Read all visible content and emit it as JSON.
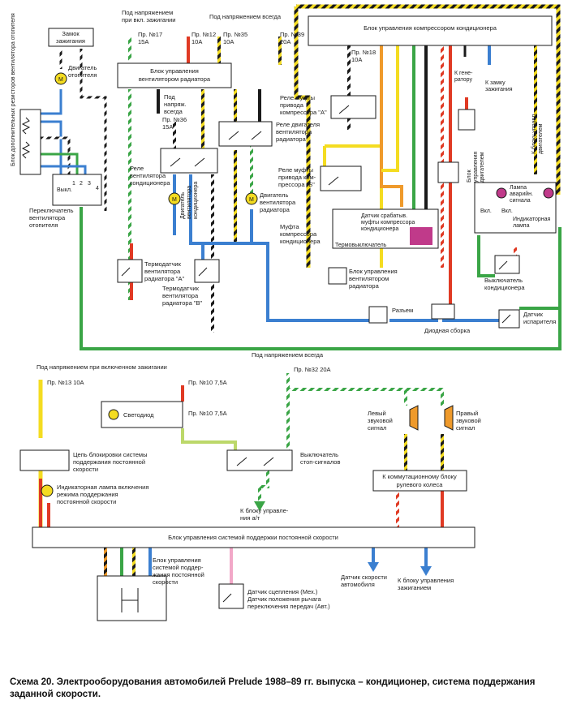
{
  "caption": "Схема 20. Электрооборудования автомобилей Prelude 1988–89 гг. выпуска – кондиционер, система поддержания заданной скорости.",
  "top": {
    "hdr_ign": "Под напряжением",
    "hdr_ign2": "при вкл. зажигании",
    "hdr_always": "Под напряжением всегда",
    "fuse17a": "Пр. №17",
    "fuse17b": "15A",
    "fuse12a": "Пр. №12",
    "fuse12b": "10A",
    "fuse35a": "Пр. №35",
    "fuse35b": "10A",
    "fuse39a": "Пр. №39",
    "fuse39b": "20A",
    "fuse18a": "Пр. №18",
    "fuse18b": "10A",
    "fuse36a": "Пр. №36",
    "fuse36b": "15A",
    "compressor_ecu": "Блок управления компрессором кондиционера",
    "fan_ecu_1": "Блок управления",
    "fan_ecu_2": "вентилятором радиатора",
    "ignition_lock": "Замок",
    "ignition_lock2": "зажигания",
    "heater_motor_1": "Двигатель",
    "heater_motor_2": "отопителя",
    "resistors": "Блок дополнительных резисторов вентилятора отопителя",
    "off": "Выкл.",
    "pos1": "1",
    "pos2": "2",
    "pos3": "3",
    "pos4": "4",
    "heater_switch_1": "Переключатель",
    "heater_switch_2": "вентилятора",
    "heater_switch_3": "отопителя",
    "always_live_1": "Под",
    "always_live_2": "напряж.",
    "always_live_3": "всегда",
    "ac_fan_relay_1": "Реле",
    "ac_fan_relay_2": "вентилятора",
    "ac_fan_relay_3": "кондиционера",
    "ac_fan_motor_1": "Двигатель",
    "ac_fan_motor_2": "вентилятора",
    "ac_fan_motor_3": "кондиционера",
    "rad_fan_relay_1": "Реле двигателя",
    "rad_fan_relay_2": "вентилятора",
    "rad_fan_relay_3": "радиатора",
    "rad_fan_motor_1": "Двигатель",
    "rad_fan_motor_2": "вентилятора",
    "rad_fan_motor_3": "радиатора",
    "clutch_relay_a_1": "Реле муфты",
    "clutch_relay_a_2": "привода",
    "clutch_relay_a_3": "компрессора \"А\"",
    "clutch_relay_b_1": "Реле муфты",
    "clutch_relay_b_2": "привода ком-",
    "clutch_relay_b_3": "прессора \"Б\"",
    "clutch_sensor_1": "Датчик срабатыв.",
    "clutch_sensor_2": "муфты компрессора",
    "clutch_sensor_3": "кондиционера",
    "thermal_switch": "Термовыключатель",
    "compressor_clutch_1": "Муфта",
    "compressor_clutch_2": "компрессора",
    "compressor_clutch_3": "кондиционера",
    "to_generator_1": "К гене-",
    "to_generator_2": "ратору",
    "to_lock_1": "К замку",
    "to_lock_2": "зажигания",
    "to_ecu_1": "К блоку управл.",
    "to_ecu_2": "двигателем",
    "engine_ecu_1": "Блок",
    "engine_ecu_2": "управления",
    "engine_ecu_3": "двигателем",
    "warning_lamp_1": "Лампа",
    "warning_lamp_2": "аварийн.",
    "warning_lamp_3": "сигнала",
    "on": "Вкл.",
    "indicator_lamp_1": "Индикаторная",
    "indicator_lamp_2": "лампа",
    "ac_switch_1": "Выключатель",
    "ac_switch_2": "кондиционера",
    "evap_sensor_1": "Датчик",
    "evap_sensor_2": "испарителя",
    "thermo_a_1": "Термодатчик",
    "thermo_a_2": "вентилятора",
    "thermo_a_3": "радиатора \"А\"",
    "thermo_b_1": "Термодатчик",
    "thermo_b_2": "вентилятора",
    "thermo_b_3": "радиатора \"В\"",
    "rad_fan_ecu_1": "Блок управления",
    "rad_fan_ecu_2": "вентилятором",
    "rad_fan_ecu_3": "радиатора",
    "connector": "Разъем",
    "diode_block": "Диодная сборка"
  },
  "bottom": {
    "hdr_ign": "Под напряжением при включенном зажигании",
    "hdr_always": "Под напряжением всегда",
    "fuse13": "Пр. №13 10A",
    "fuse10a": "Пр. №10 7,5A",
    "fuse10b": "Пр. №10 7,5A",
    "fuse32": "Пр. №32 20A",
    "led": "Светодиод",
    "lock_circuit_1": "Цепь блокировки системы",
    "lock_circuit_2": "поддержания постоянной",
    "lock_circuit_3": "скорости",
    "cc_lamp_1": "Индикаторная лампа включения",
    "cc_lamp_2": "режима поддержания",
    "cc_lamp_3": "постоянной скорости",
    "brake_switch_1": "Выключатель",
    "brake_switch_2": "стоп-сигналов",
    "to_at_ecu_1": "К блоку управле-",
    "to_at_ecu_2": "ния а/т",
    "left_horn_1": "Левый",
    "left_horn_2": "звуковой",
    "left_horn_3": "сигнал",
    "right_horn_1": "Правый",
    "right_horn_2": "звуковой",
    "right_horn_3": "сигнал",
    "steering_unit_1": "К коммутационному блоку",
    "steering_unit_2": "рулевого колеса",
    "cc_ecu": "Блок управления системой поддержки постоянной скорости",
    "actuator_1": "Блок управления",
    "actuator_2": "системой поддер-",
    "actuator_3": "жания постоянной",
    "actuator_4": "скорости",
    "speed_sensor_1": "Датчик скорости",
    "speed_sensor_2": "автомобиля",
    "to_ign_1": "К блоку управления",
    "to_ign_2": "зажиганием",
    "clutch_sw_1": "Датчик сцепления (Мех.)",
    "clutch_sw_2": "Датчик положения рычага",
    "clutch_sw_3": "переключения передач (Авт.)"
  },
  "colors": {
    "red": "#e03a24",
    "yellow": "#f4dc21",
    "blue": "#3b7fd0",
    "green": "#3aa546",
    "orange": "#ef9a2b",
    "black": "#1a1a1a",
    "grey": "#b9b9b9",
    "pink": "#f2a8c8",
    "magenta": "#c03a8a",
    "lime": "#bcd86a",
    "white": "#ffffff"
  }
}
